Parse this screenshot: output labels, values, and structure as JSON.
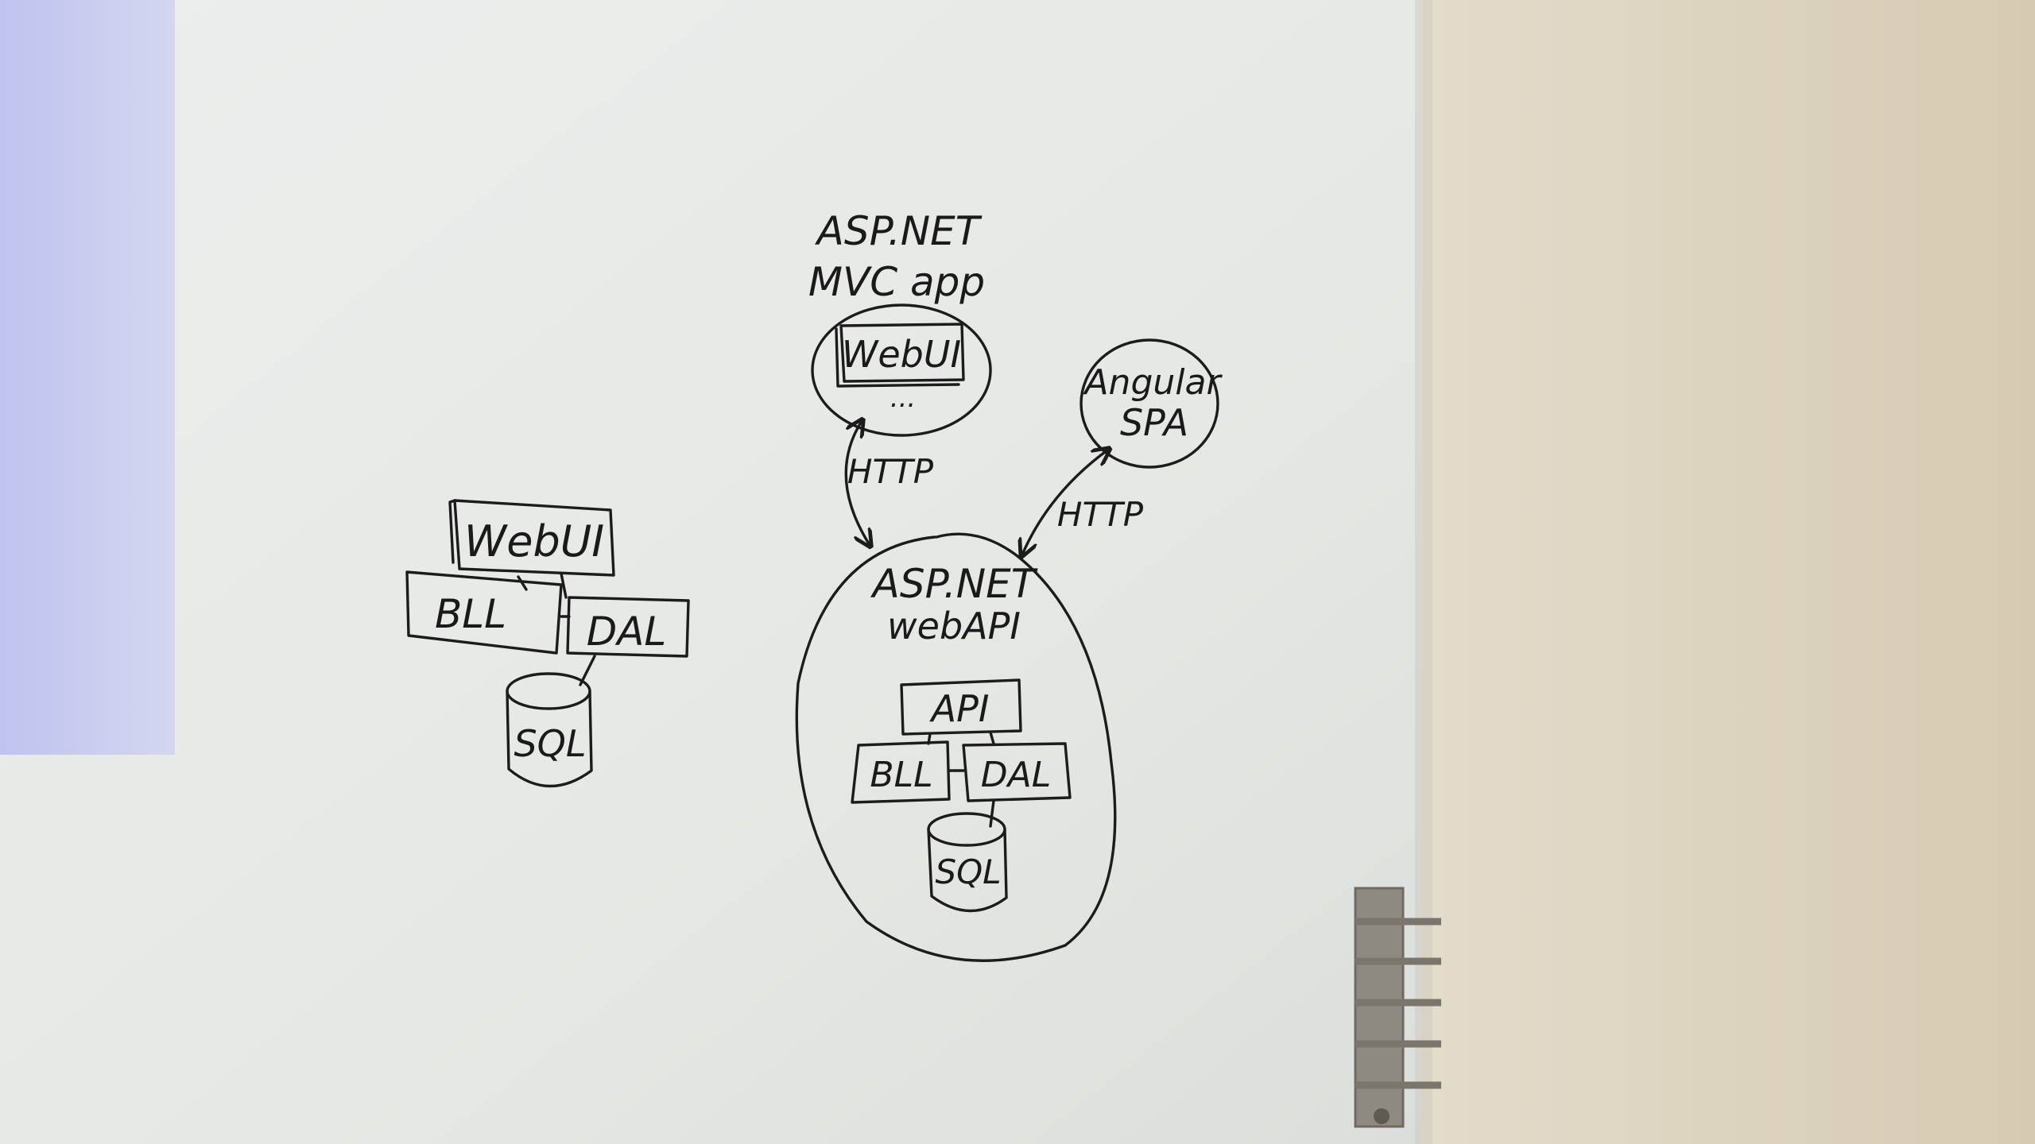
{
  "colors": {
    "projection": "#c8cbf0",
    "whiteboard": "#e9ebe8",
    "wall": "#dbd3c0",
    "ink": "#1c1c1c",
    "vent": "#8e8a82"
  },
  "left_stack": {
    "webui": "WebUI",
    "bll": "BLL",
    "dal": "DAL",
    "sql": "SQL"
  },
  "mvc_app": {
    "title_line1": "ASP.NET",
    "title_line2": "MVC app",
    "webui": "WebUI",
    "ellipsis": "..."
  },
  "angular": {
    "line1": "Angular",
    "line2": "SPA"
  },
  "connections": {
    "http_left": "HTTP",
    "http_right": "HTTP"
  },
  "web_api": {
    "title_line1": "ASP.NET",
    "title_line2": "webAPI",
    "api": "API",
    "bll": "BLL",
    "dal": "DAL",
    "sql": "SQL"
  }
}
